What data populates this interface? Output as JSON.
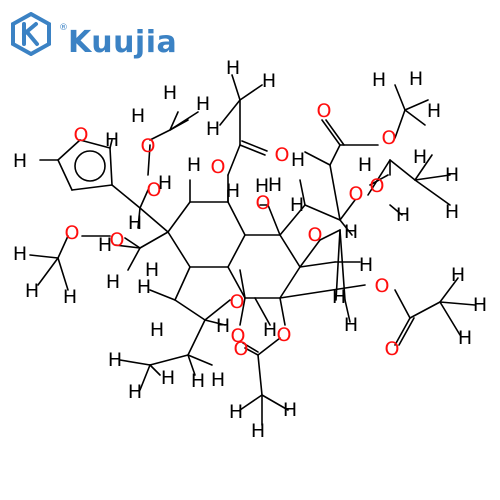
{
  "brand": {
    "name": "Kuujia",
    "registered_mark": "®",
    "color": "#3b82c4"
  },
  "molecule": {
    "oxygen_color": "#ff0d0d",
    "hydrogen_color": "#000000",
    "bond_color": "#000000",
    "atom_labels": {
      "oxygen": "O",
      "hydrogen": "H"
    }
  }
}
